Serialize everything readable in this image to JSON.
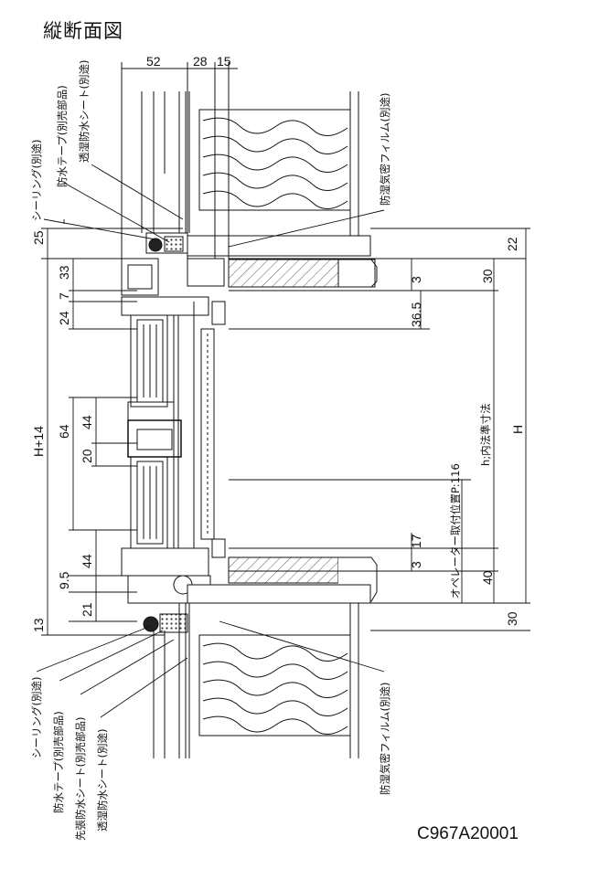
{
  "title": "縦断面図",
  "drawing_code": "C967A20001",
  "top_dims": [
    "52",
    "28",
    "15"
  ],
  "left_dims": [
    "25",
    "33",
    "7",
    "24",
    "H+14",
    "64",
    "44",
    "20",
    "44",
    "9.5",
    "21",
    "13"
  ],
  "right_dims": [
    "22",
    "30",
    "3",
    "36.5",
    "h;内法準寸法",
    "H",
    "取付位置P:116",
    "3",
    "17",
    "40",
    "30"
  ],
  "operator_label": "オペレーター取付位置P:116",
  "labels_top": [
    "シーリング(別途)",
    "防水テープ(別売部品)",
    "透湿防水シート(別途)"
  ],
  "label_top_right": "防湿気密フィルム(別途)",
  "labels_bottom": [
    "シーリング(別途)",
    "防水テープ(別売部品)",
    "先張防水シート(別売部品)",
    "透湿防水シート(別途)"
  ],
  "label_bottom_right": "防湿気密フィルム(別途)"
}
